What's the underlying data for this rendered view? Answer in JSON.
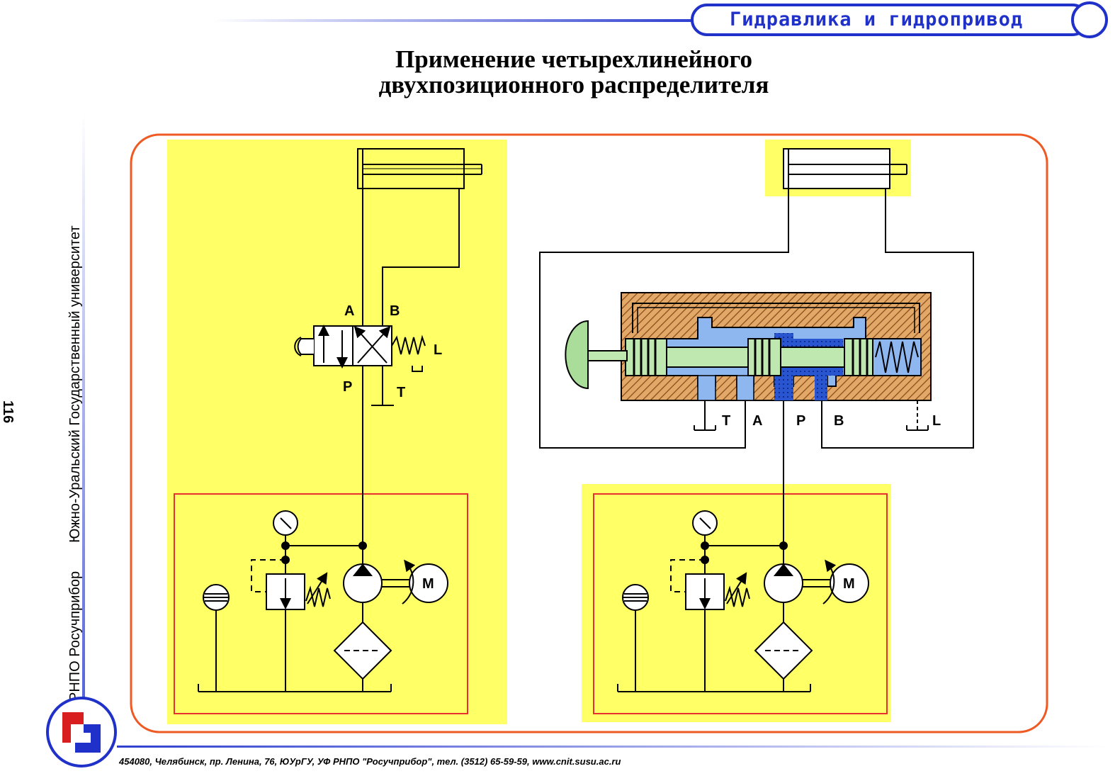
{
  "header": {
    "title": "Гидравлика и гидропривод"
  },
  "slide": {
    "title_line1": "Применение четырехлинейного",
    "title_line2": "двухпозиционного распределителя"
  },
  "side": {
    "org": "РНПО Росучприбор",
    "university": "Южно-Уральский Государственный университет",
    "page_number": "116"
  },
  "footer": {
    "text": "454080, Челябинск, пр. Ленина, 76, ЮУрГУ, УФ РНПО \"Росучприбор\", тел. (3512) 65-59-59, www.cnit.susu.ac.ru"
  },
  "diagram": {
    "left_ports": {
      "a": "A",
      "b": "B",
      "p": "P",
      "t": "T",
      "l": "L"
    },
    "right_ports": {
      "t": "T",
      "a": "A",
      "p": "P",
      "b": "B",
      "l": "L"
    },
    "motor_label": "M"
  },
  "colors": {
    "accent_blue": "#1f31c8",
    "frame_orange": "#ee5a24",
    "panel_yellow": "#ffff66",
    "pump_box_red": "#e83030",
    "body_hatch": "#d9893a",
    "spool_green": "#bfe8b0",
    "fluid_blue": "#8fb7ef",
    "pressure_blue": "#1a45c4"
  }
}
